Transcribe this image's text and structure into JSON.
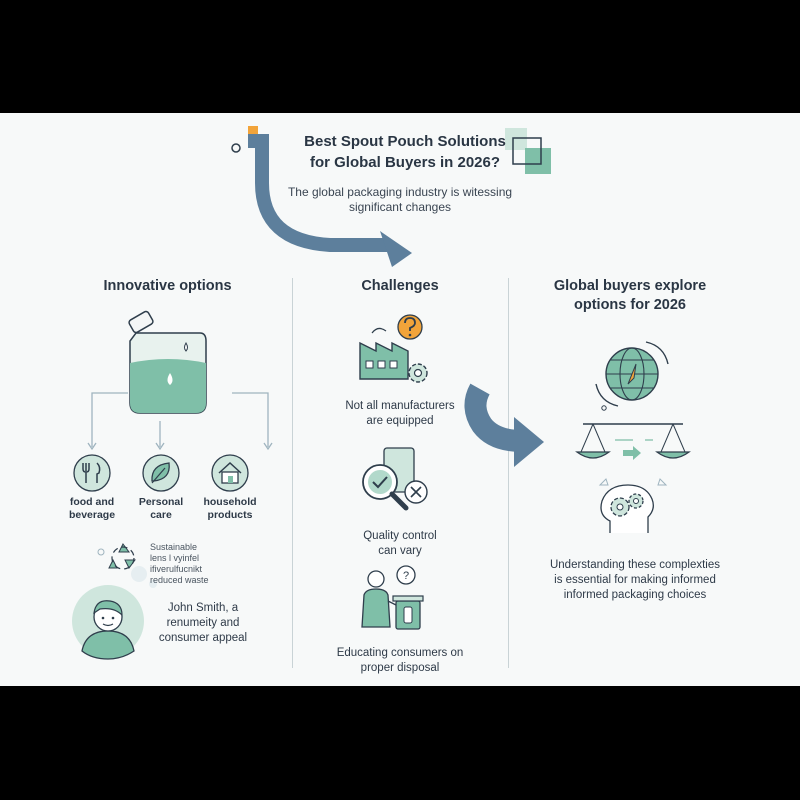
{
  "header": {
    "title_line1": "Best Spout Pouch Solutions",
    "title_line2": "for Global Buyers in 2026?",
    "intro_line1": "The global packaging industry is witessing",
    "intro_line2": "significant changes"
  },
  "columns": [
    {
      "heading": "Innovative options",
      "categories": [
        {
          "line1": "food and",
          "line2": "beverage",
          "icon": "fork-knife-icon"
        },
        {
          "line1": "Personal",
          "line2": "care",
          "icon": "leaf-icon"
        },
        {
          "line1": "household",
          "line2": "products",
          "icon": "house-icon"
        }
      ],
      "thought": {
        "line1": "Sustainable",
        "line2": "lens l vyinfel",
        "line3": "ifiverulfucnikt",
        "line4": "reduced waste"
      },
      "person": {
        "line1": "John Smith, a",
        "line2": "renumeity and",
        "line3": "consumer appeal"
      }
    },
    {
      "heading": "Challenges",
      "items": [
        {
          "line1": "Not all manufacturers",
          "line2": "are equipped",
          "icon": "factory-icon"
        },
        {
          "line1": "Quality control",
          "line2": "can vary",
          "icon": "magnifier-check-icon"
        },
        {
          "line1": "Educating consumers on",
          "line2": "proper disposal",
          "icon": "person-trash-icon"
        }
      ]
    },
    {
      "heading_line1": "Global buyers explore",
      "heading_line2": "options for 2026",
      "conclusion_line1": "Understanding these complexties",
      "conclusion_line2": "is essential for making informed",
      "conclusion_line3": "informed packaging choices"
    }
  ],
  "colors": {
    "teal": "#7fbfa8",
    "teal_light": "#cfe6dd",
    "blue_arrow": "#5d7f9c",
    "orange": "#f2a43a",
    "outline": "#2f3e4c"
  }
}
